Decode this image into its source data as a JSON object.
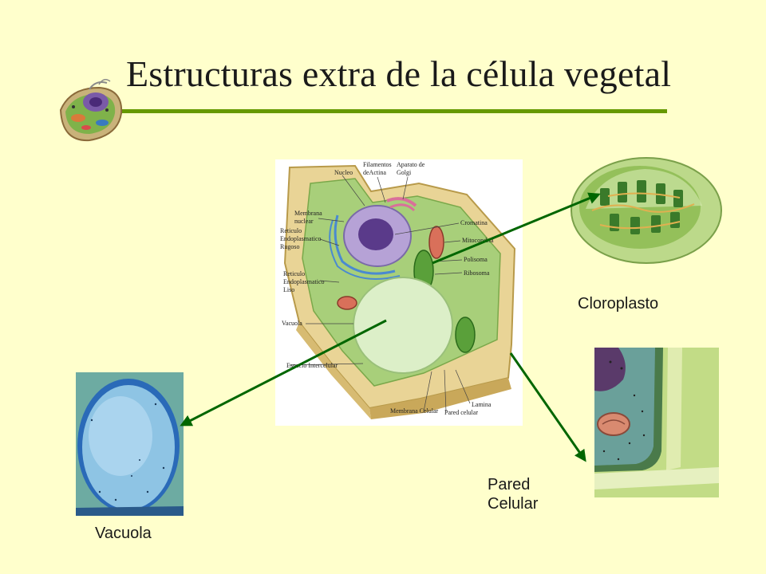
{
  "slide": {
    "title": "Estructuras extra de la célula vegetal",
    "accent_color": "#669900",
    "arrow_color": "#006600",
    "background_color": "#ffffcc"
  },
  "diagram": {
    "labels": [
      "Nucleo",
      "Filamentos",
      "deActina",
      "Aparato de",
      "Golgi",
      "Membrana",
      "nuclear",
      "Cromatina",
      "Reticulo",
      "Endoplasmatico",
      "Rugoso",
      "Mitocondria",
      "Polisoma",
      "Ribosoma",
      "Reticulo",
      "Endoplasmatico",
      "Liso",
      "Vacuola",
      "Espacio Intercelular",
      "Lamina",
      "Membrana Celular",
      "Pared celular"
    ]
  },
  "captions": {
    "chloroplast": "Cloroplasto",
    "wall_line1": "Pared",
    "wall_line2": "Celular",
    "vacuole": "Vacuola"
  },
  "icons": {
    "logo": "plant-cell-clipart-icon"
  }
}
